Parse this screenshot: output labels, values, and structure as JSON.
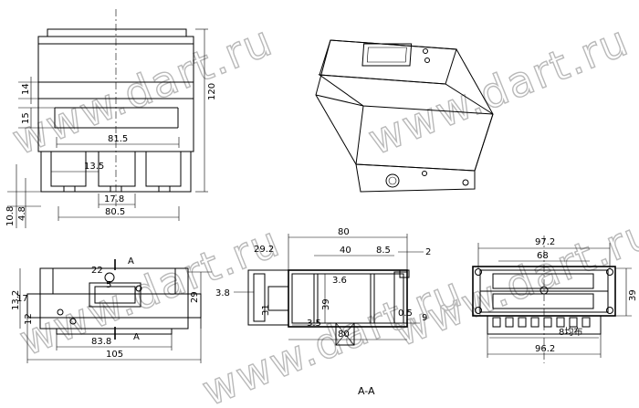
{
  "watermark": {
    "text": "www.dart.ru"
  },
  "drawing": {
    "section_label": "A-A",
    "front_view": {
      "dims": {
        "height_total": "120",
        "h14": "14",
        "h15": "15",
        "w81_5": "81.5",
        "w13_5": "13.5",
        "w17_8": "17.8",
        "w80_5": "80.5",
        "v10_8": "10.8",
        "v4_8": "4.8"
      }
    },
    "bottom_view": {
      "dims": {
        "a_top": "A",
        "a_bottom": "A",
        "d22": "22",
        "d5": "5",
        "d13_2": "13.2",
        "d17": "17",
        "d12": "12",
        "d29": "29",
        "w83_8": "83.8",
        "w105": "105"
      }
    },
    "section_view": {
      "dims": {
        "w80_top": "80",
        "w40": "40",
        "w8_5": "8.5",
        "d2": "2",
        "d29_2": "29.2",
        "d3_8": "3.8",
        "d3_6": "3.6",
        "d31": "31",
        "d39": "39",
        "d0_5": "0.5",
        "d3_5": "3.5",
        "w80_bottom": "80",
        "d9": "9"
      }
    },
    "side_view": {
      "dims": {
        "w97_2": "97.2",
        "w68": "68",
        "d39": "39",
        "w96_2": "96.2",
        "terminals": "8均布"
      }
    }
  }
}
